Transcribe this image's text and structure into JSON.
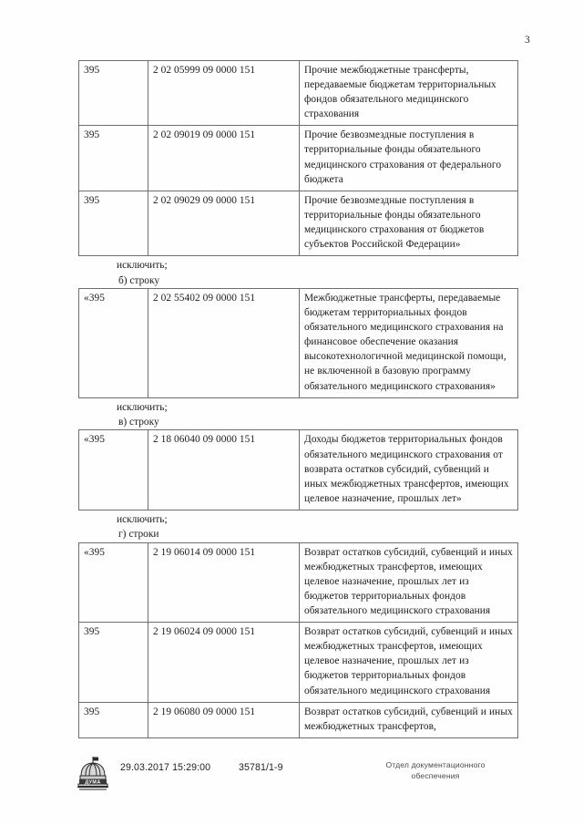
{
  "page": {
    "number": "3",
    "columns": [
      "admin",
      "code",
      "name"
    ]
  },
  "blocks": [
    {
      "id": "table-a",
      "rows": [
        {
          "admin": "395",
          "code": "2 02 05999 09 0000 151",
          "name": "Прочие межбюджетные трансферты, передаваемые бюджетам территориальных фондов обязательного медицинского страхования"
        },
        {
          "admin": "395",
          "code": "2 02 09019 09 0000 151",
          "name": "Прочие безвозмездные поступления в территориальные фонды обязательного медицинского страхования от федерального бюджета"
        },
        {
          "admin": "395",
          "code": "2 02 09029 09 0000 151",
          "name": "Прочие безвозмездные поступления в территориальные фонды обязательного медицинского страхования от бюджетов субъектов Российской Федерации»"
        }
      ]
    },
    {
      "id": "table-b",
      "rows": [
        {
          "admin": "«395",
          "code": "2 02 55402 09 0000 151",
          "name": "Межбюджетные трансферты, передаваемые бюджетам территориальных фондов обязательного медицинского страхования на финансовое обеспечение оказания высокотехнологичной медицинской помощи, не включенной в базовую программу обязательного медицинского страхования»"
        }
      ]
    },
    {
      "id": "table-c",
      "rows": [
        {
          "admin": "«395",
          "code": "2 18 06040 09 0000 151",
          "name": "Доходы бюджетов территориальных фондов обязательного медицинского страхования от возврата остатков субсидий, субвенций и иных межбюджетных трансфертов, имеющих целевое назначение, прошлых лет»"
        }
      ]
    },
    {
      "id": "table-d",
      "rows": [
        {
          "admin": "«395",
          "code": "2 19 06014 09 0000 151",
          "name": "Возврат остатков субсидий, субвенций и иных межбюджетных трансфертов, имеющих целевое назначение, прошлых лет из бюджетов территориальных фондов обязательного медицинского страхования"
        },
        {
          "admin": "395",
          "code": "2 19 06024 09 0000 151",
          "name": "Возврат остатков субсидий, субвенций и иных межбюджетных трансфертов, имеющих  целевое назначение, прошлых лет из  бюджетов территориальных фондов обязательного медицинского страхования"
        },
        {
          "admin": "395",
          "code": "2 19 06080 09 0000 151",
          "name": "Возврат остатков субсидий, субвенций и иных межбюджетных трансфертов,"
        }
      ]
    }
  ],
  "paragraphs": {
    "after_a": {
      "line1": "исключить;",
      "line2": "б) строку"
    },
    "after_b": {
      "line1": "исключить;",
      "line2": "в) строку"
    },
    "after_c": {
      "line1": "исключить;",
      "line2": "г) строки"
    }
  },
  "footer": {
    "stamp_label": "ДУМА",
    "date": "29.03.2017 15:29:00",
    "registration_number": "35781/1-9",
    "department_line1": "Отдел документационного",
    "department_line2": "обеспечения"
  }
}
